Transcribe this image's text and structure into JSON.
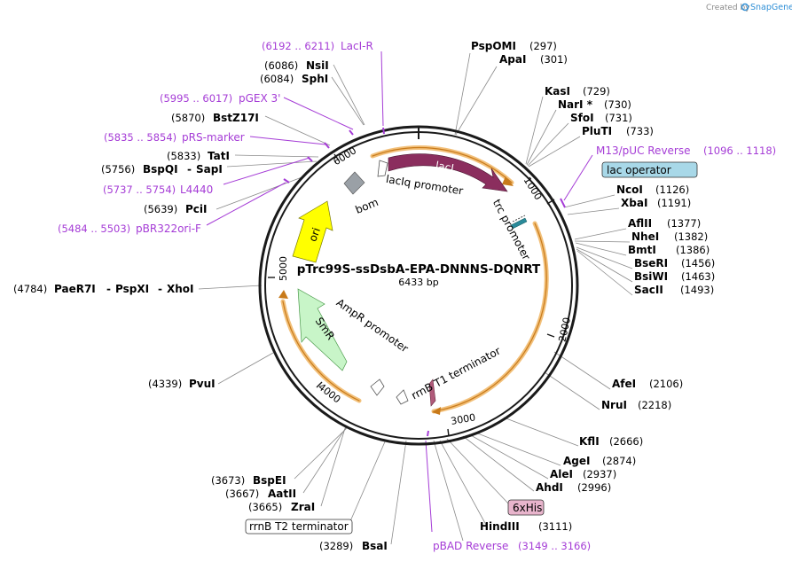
{
  "credit": {
    "prefix": "Created by",
    "brand": "SnapGene"
  },
  "plasmid": {
    "name": "pTrc99S-ssDsbA-EPA-DNNNS-DQNRT",
    "size_label": "6433 bp"
  },
  "tick_labels": [
    "1000",
    "2000",
    "3000",
    "4000",
    "5000",
    "6000"
  ],
  "features": {
    "laci": "lacI",
    "laciq_promoter": "lacIq promoter",
    "trc_promoter": "trc promoter",
    "bom": "bom",
    "ori": "ori",
    "smr": "SmR",
    "ampr_promoter": "AmpR promoter",
    "rrnb_t1": "rrnB T1 terminator"
  },
  "boxed": {
    "lac_operator": "lac operator",
    "his6": "6xHis",
    "rrnb_t2": "rrnB T2 terminator"
  },
  "right_sites": [
    {
      "name": "PspOMI",
      "pos": "(297)"
    },
    {
      "name": "ApaI",
      "pos": "(301)"
    },
    {
      "name": "KasI",
      "pos": "(729)"
    },
    {
      "name": "NarI *",
      "pos": "(730)"
    },
    {
      "name": "SfoI",
      "pos": "(731)"
    },
    {
      "name": "PluTI",
      "pos": "(733)"
    },
    {
      "name": "NcoI",
      "pos": "(1126)"
    },
    {
      "name": "XbaI",
      "pos": "(1191)"
    },
    {
      "name": "AflII",
      "pos": "(1377)"
    },
    {
      "name": "NheI",
      "pos": "(1382)"
    },
    {
      "name": "BmtI",
      "pos": "(1386)"
    },
    {
      "name": "BseRI",
      "pos": "(1456)"
    },
    {
      "name": "BsiWI",
      "pos": "(1463)"
    },
    {
      "name": "SacII",
      "pos": "(1493)"
    },
    {
      "name": "AfeI",
      "pos": "(2106)"
    },
    {
      "name": "NruI",
      "pos": "(2218)"
    },
    {
      "name": "KflI",
      "pos": "(2666)"
    },
    {
      "name": "AgeI",
      "pos": "(2874)"
    },
    {
      "name": "AleI",
      "pos": "(2937)"
    },
    {
      "name": "AhdI",
      "pos": "(2996)"
    },
    {
      "name": "HindIII",
      "pos": "(3111)"
    }
  ],
  "left_sites": [
    {
      "name": "NsiI",
      "pos": "(6086)"
    },
    {
      "name": "SphI",
      "pos": "(6084)"
    },
    {
      "name": "BstZ17I",
      "pos": "(5870)"
    },
    {
      "name": "TatI",
      "pos": "(5833)"
    },
    {
      "name": "BspQI",
      "sep": "-",
      "name2": "SapI",
      "pos": "(5756)"
    },
    {
      "name": "PciI",
      "pos": "(5639)"
    },
    {
      "name": "PaeR7I",
      "sep": "-",
      "name2": "PspXI",
      "sep2": "-",
      "name3": "XhoI",
      "pos": "(4784)"
    },
    {
      "name": "PvuI",
      "pos": "(4339)"
    },
    {
      "name": "BspEI",
      "pos": "(3673)"
    },
    {
      "name": "AatII",
      "pos": "(3667)"
    },
    {
      "name": "ZraI",
      "pos": "(3665)"
    },
    {
      "name": "BsaI",
      "pos": "(3289)"
    }
  ],
  "primers": [
    {
      "range": "(6192 .. 6211)",
      "name": "LacI-R"
    },
    {
      "range": "(5995 .. 6017)",
      "name": "pGEX 3'"
    },
    {
      "range": "(5835 .. 5854)",
      "name": "pRS-marker"
    },
    {
      "range": "(5737 .. 5754)",
      "name": "L4440"
    },
    {
      "range": "(5484 .. 5503)",
      "name": "pBR322ori-F"
    },
    {
      "name": "M13/pUC Reverse",
      "range": "(1096 .. 1118)"
    },
    {
      "name": "pBAD Reverse",
      "range": "(3149 .. 3166)"
    }
  ],
  "colors": {
    "laci": "#8b2e5e",
    "ori": "#ffff00",
    "smr": "#c8f5c8",
    "bom": "#9aa0a6",
    "orf_highlight": "#f2c07a",
    "primer": "#a53cd6",
    "lac_operator_box": "#a8d8e8",
    "his_box": "#e8b4cc"
  }
}
